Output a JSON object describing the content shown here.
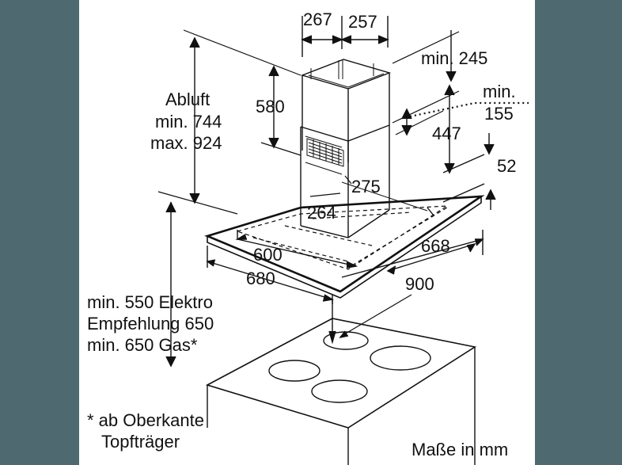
{
  "colors": {
    "background": "#4f6971",
    "panel": "#ffffff",
    "lines": "#111111"
  },
  "dims": {
    "width_duct_a": "267",
    "width_duct_b": "257",
    "min_245": "min. 245",
    "h580": "580",
    "abluft_line1": "Abluft",
    "abluft_line2": "min. 744",
    "abluft_line3": "max. 924",
    "min_label": "min.",
    "v155": "155",
    "v447": "447",
    "v52": "52",
    "v275": "275",
    "v264": "264",
    "v600": "600",
    "v668": "668",
    "v680": "680",
    "v900": "900"
  },
  "notes": {
    "clearance_line1": "min. 550 Elektro",
    "clearance_line2": "Empfehlung 650",
    "clearance_line3": "min. 650 Gas*",
    "footnote_line1": "* ab Oberkante",
    "footnote_line2": "Topfträger",
    "units": "Maße in mm"
  }
}
